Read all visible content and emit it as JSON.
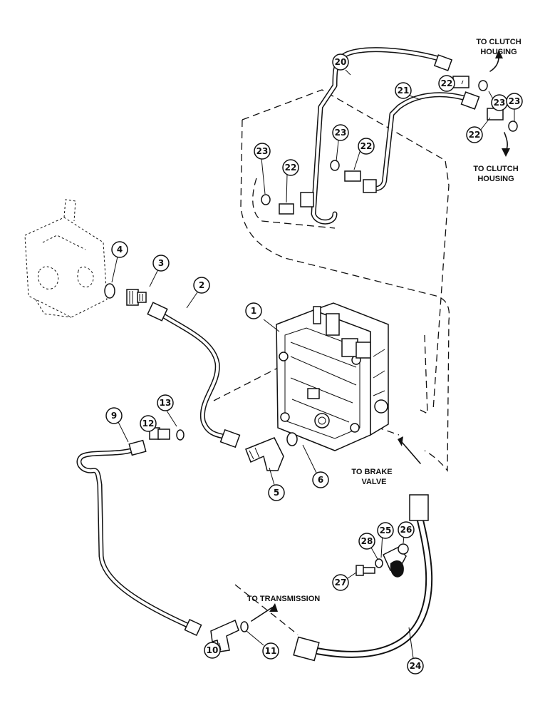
{
  "diagram": {
    "labels": {
      "clutch_housing_top": [
        "TO CLUTCH",
        "HOUSING"
      ],
      "clutch_housing_bottom": [
        "TO CLUTCH",
        "HOUSING"
      ],
      "brake_valve": [
        "TO BRAKE",
        "VALVE"
      ],
      "transmission": "TO TRANSMISSION"
    },
    "callouts": [
      "1",
      "2",
      "3",
      "4",
      "5",
      "6",
      "9",
      "10",
      "11",
      "12",
      "13",
      "20",
      "21",
      "22",
      "22",
      "22",
      "22",
      "23",
      "23",
      "23",
      "23",
      "24",
      "25",
      "26",
      "27",
      "28"
    ]
  }
}
